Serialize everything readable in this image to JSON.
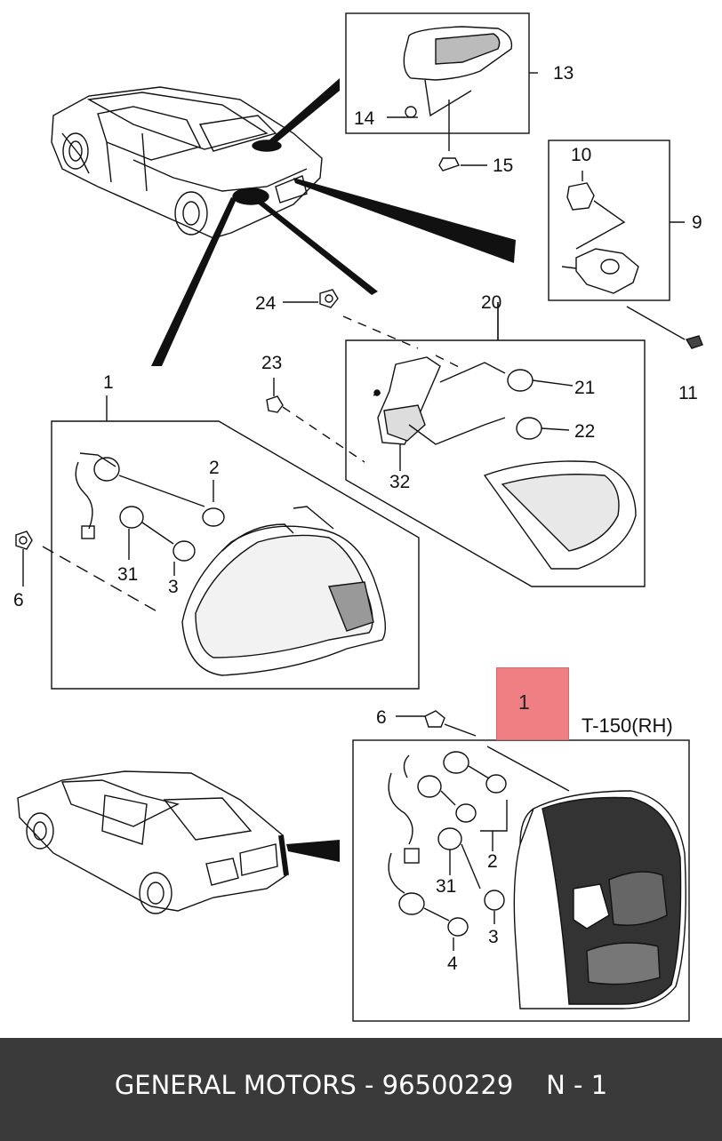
{
  "callouts": {
    "c13": "13",
    "c14": "14",
    "c15": "15",
    "c10": "10",
    "c9": "9",
    "c11": "11",
    "c24": "24",
    "c20": "20",
    "c21": "21",
    "c22": "22",
    "c23": "23",
    "c32": "32",
    "c1": "1",
    "c2": "2",
    "c31": "31",
    "c3": "3",
    "c6": "6",
    "d6": "6",
    "d2": "2",
    "d31": "31",
    "d3": "3",
    "d4": "4"
  },
  "highlight": {
    "number": "1",
    "color": "#f07f83"
  },
  "variant_label": "T-150(RH)",
  "footer": {
    "text": "GENERAL MOTORS - 96500229    N - 1",
    "background": "#3a3a3a"
  }
}
